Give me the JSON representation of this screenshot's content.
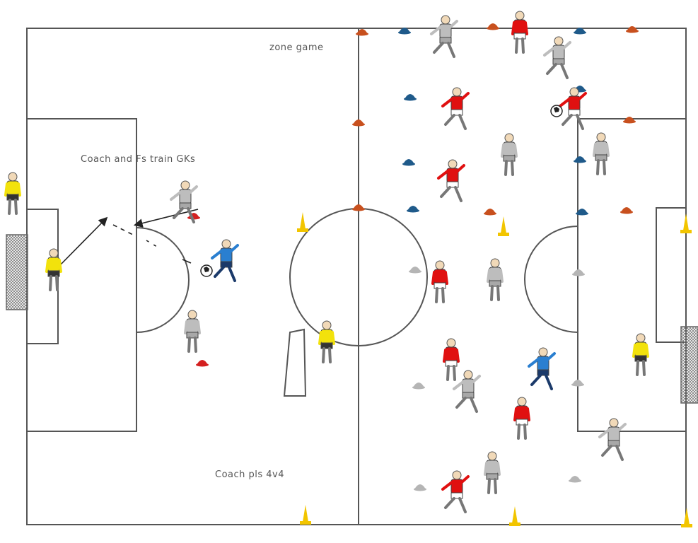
{
  "labels": {
    "zone_game": "zone game",
    "coach_fs": "Coach and Fs train GKs",
    "coach_4v4": "Coach pls 4v4"
  },
  "colors": {
    "line": "#555555",
    "red_team": "#e01010",
    "grey_team": "#bdbdbd",
    "goalkeeper": "#f2e20c",
    "coach": "#2a7fd0",
    "cone_orange": "#c8501e",
    "cone_blue": "#1f5a8a",
    "cone_grey": "#b5b5b5",
    "cone_yellow": "#f2c500",
    "cone_red": "#d42020"
  },
  "icons": [
    "player-icon",
    "goalkeeper-icon",
    "coach-icon",
    "cone-icon",
    "ball-icon",
    "goal-icon",
    "mannequin-icon",
    "arrow-icon"
  ]
}
